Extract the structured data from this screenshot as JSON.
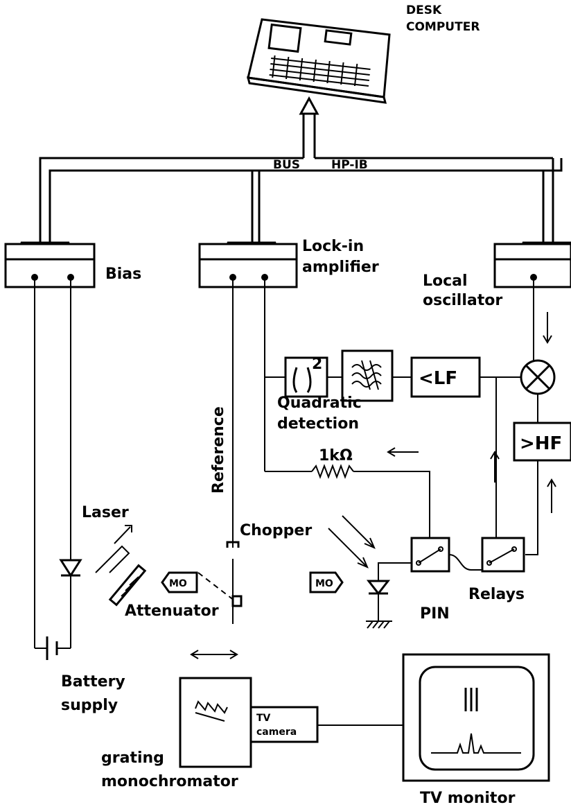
{
  "labels": {
    "computer_line1": "DESK",
    "computer_line2": "COMPUTER",
    "bus": "BUS",
    "hpib": "HP-IB",
    "bias": "Bias",
    "lockin_line1": "Lock-in",
    "lockin_line2": "amplifier",
    "local_line1": "Local",
    "local_line2": "oscillator",
    "reference": "Reference",
    "quadratic_line1": "Quadratic",
    "quadratic_line2": "detection",
    "resistor": "1kΩ",
    "lf": "<LF",
    "hf": ">HF",
    "square": "2",
    "laser": "Laser",
    "chopper": "Chopper",
    "attenuator": "Attenuator",
    "mo1": "MO",
    "mo2": "MO",
    "relays": "Relays",
    "pin": "PIN",
    "battery_line1": "Battery",
    "battery_line2": "supply",
    "grating_line1": "grating",
    "grating_line2": "monochromator",
    "tv_camera_line1": "TV",
    "tv_camera_line2": "camera",
    "tv_monitor": "TV monitor"
  },
  "icons": {
    "computer": "desk-computer-icon",
    "mixer": "mixer-cross-circle-icon",
    "diode": "diode-icon",
    "ground": "ground-icon",
    "battery": "battery-icon",
    "filter": "bandpass-filter-icon",
    "relay": "relay-switch-icon"
  }
}
